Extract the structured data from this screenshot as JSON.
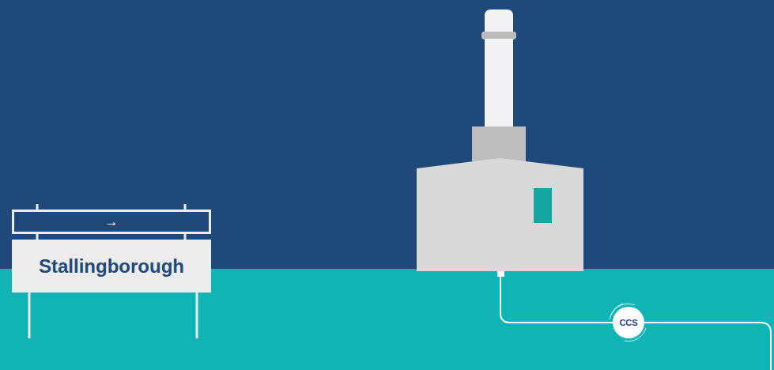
{
  "diagram": {
    "nodes": [
      {
        "text": [
          "→"
        ]
      },
      {
        "text": [
          "Stallingborough"
        ]
      },
      {
        "text": [
          "CCS"
        ]
      }
    ]
  }
}
